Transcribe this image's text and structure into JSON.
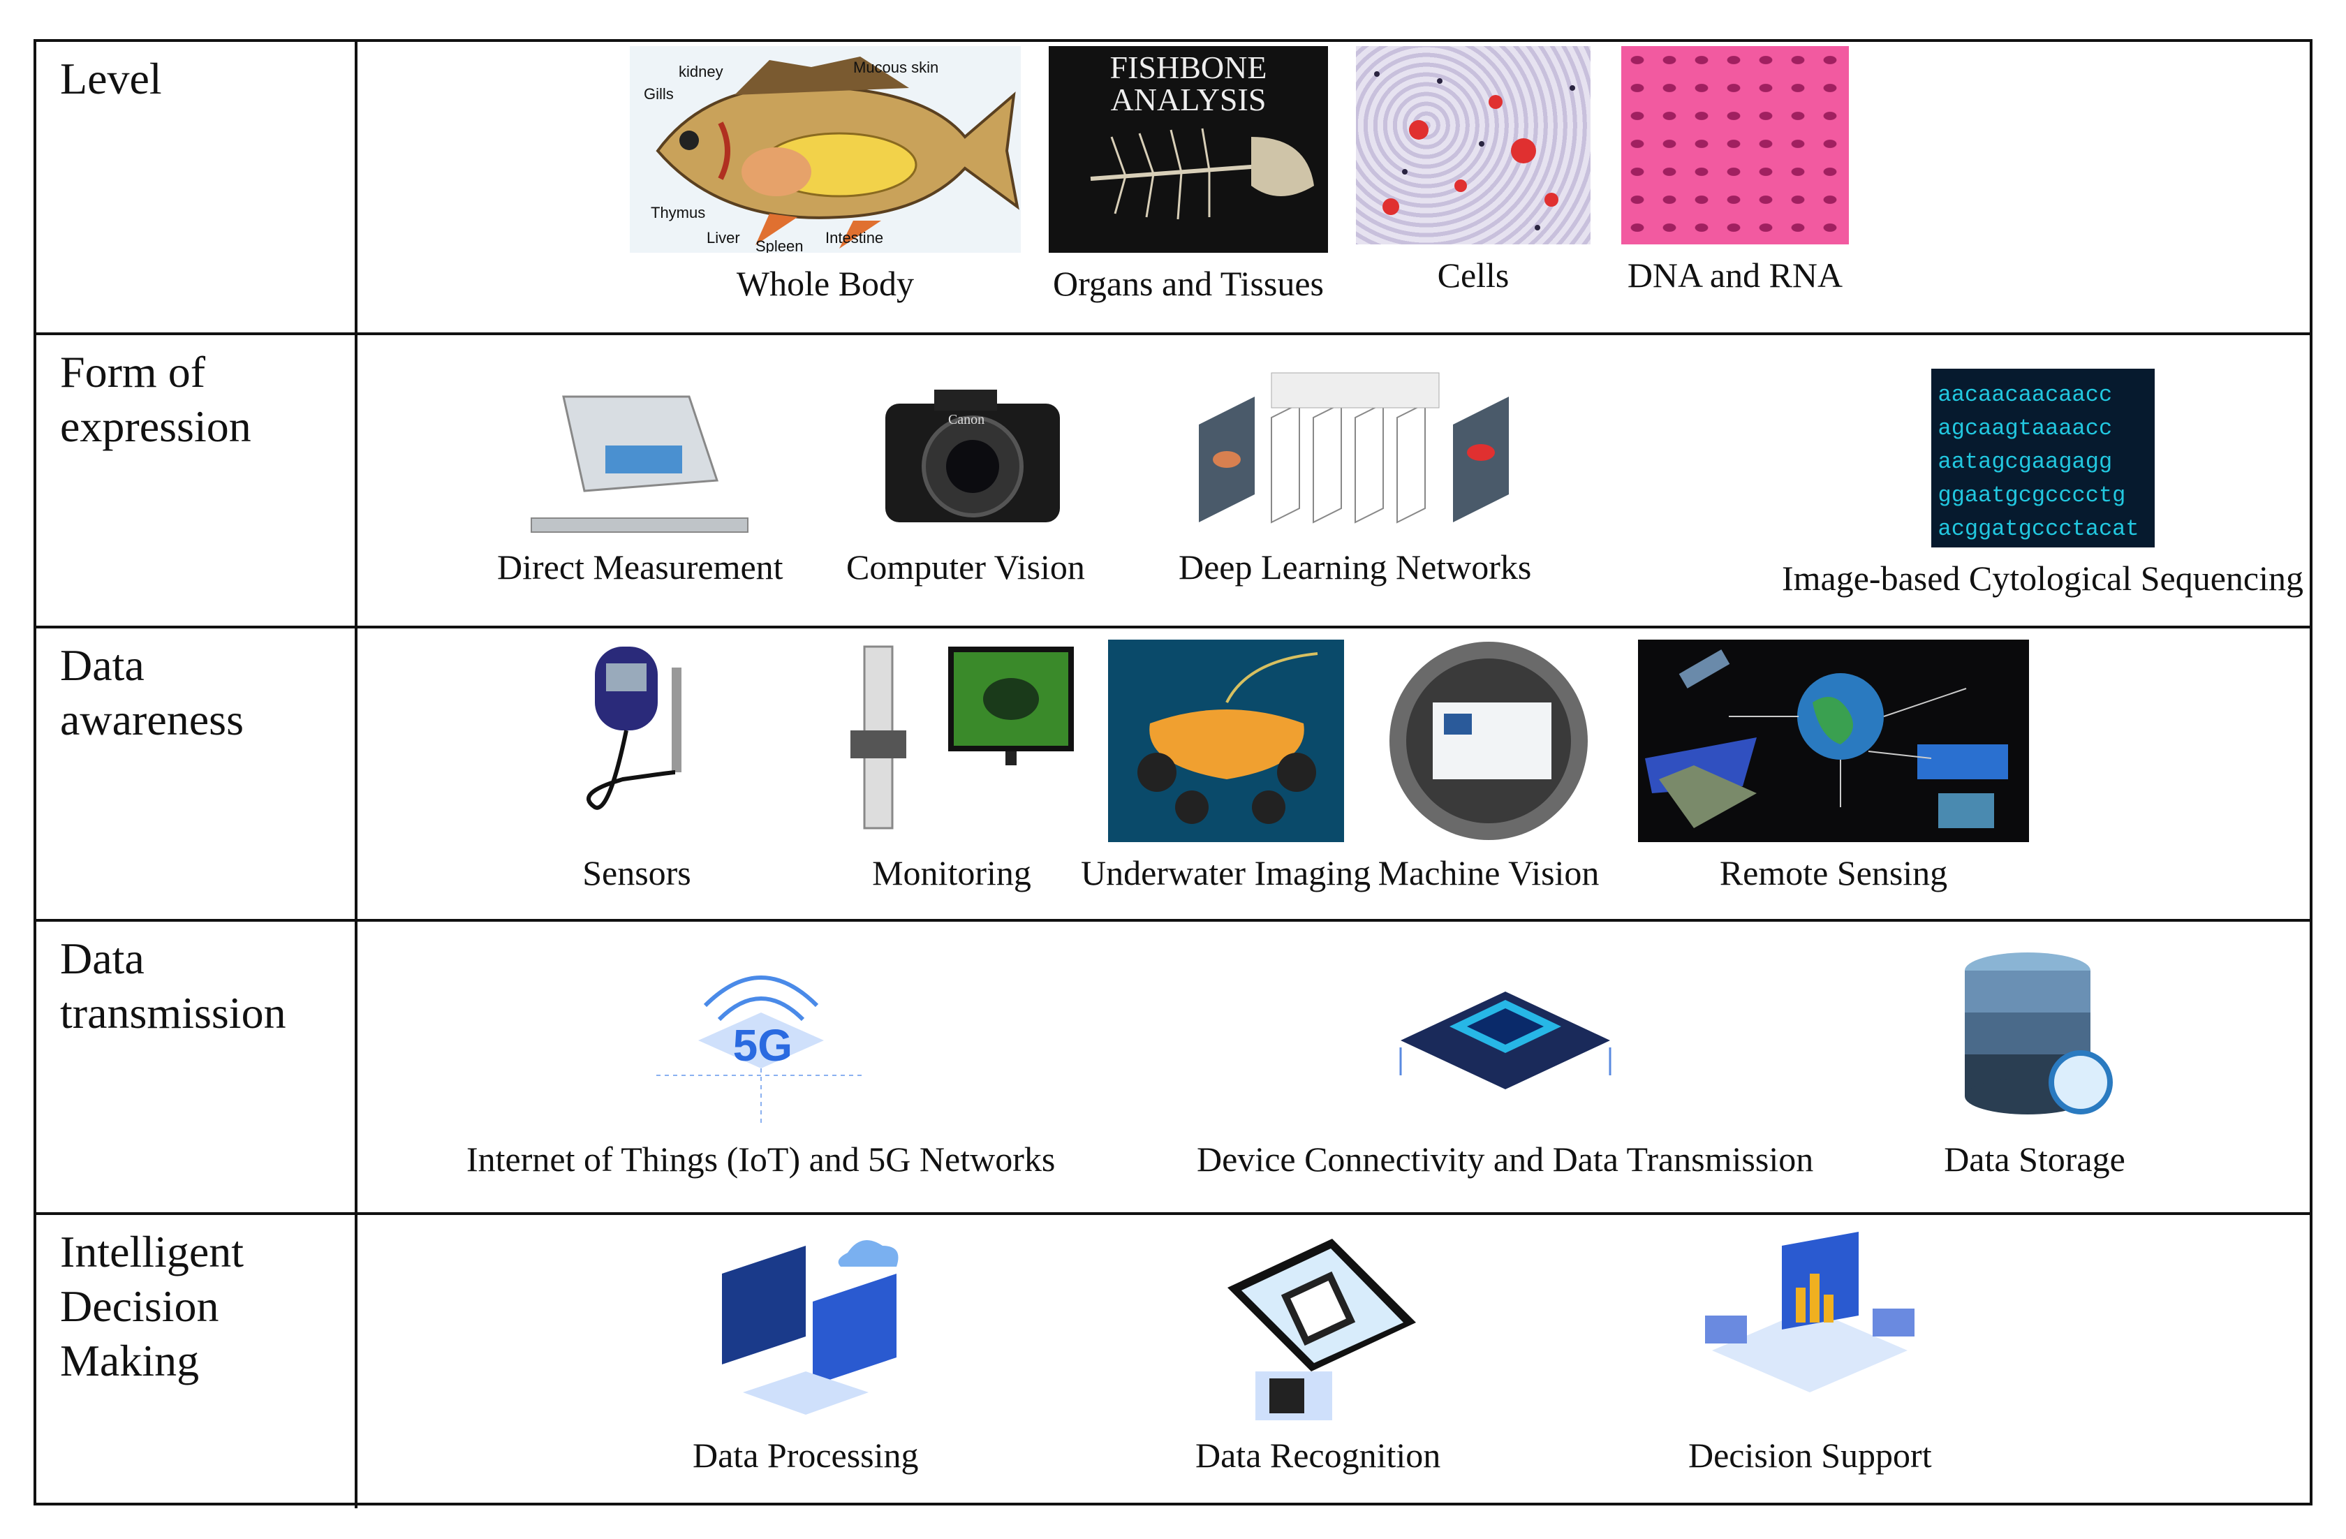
{
  "rows": [
    {
      "label": "Level",
      "items": [
        {
          "caption": "Whole Body",
          "icon": "fish-anatomy-illustration",
          "annotations": [
            "kidney",
            "Mucous skin",
            "Gills",
            "Thymus",
            "Liver",
            "Spleen",
            "Intestine"
          ]
        },
        {
          "caption": "Organs and Tissues",
          "icon": "fish-skeleton-photo",
          "overlay": "FISHBONE ANALYSIS"
        },
        {
          "caption": "Cells",
          "icon": "cell-tissue-micrograph"
        },
        {
          "caption": "DNA and RNA",
          "icon": "red-blood-cells-micrograph"
        }
      ]
    },
    {
      "label": "Form of\nexpression",
      "items": [
        {
          "caption": "Direct Measurement",
          "icon": "scale-and-ruler"
        },
        {
          "caption": "Computer Vision",
          "icon": "camera",
          "brand": "Canon"
        },
        {
          "caption": "Deep Learning Networks",
          "icon": "neural-network-diagram"
        },
        {
          "caption": "Image-based Cytological Sequencing",
          "icon": "dna-sequence-screen",
          "sequence": [
            "aacaacaacaacc",
            "agcaagtaaaacc",
            "aatagcgaagagg",
            "ggaatgcgcccctg",
            "acggatgccctacat"
          ]
        }
      ]
    },
    {
      "label": "Data\nawareness",
      "items": [
        {
          "caption": "Sensors",
          "icon": "probe-sensor"
        },
        {
          "caption": "Monitoring",
          "icon": "microscope-monitor"
        },
        {
          "caption": "Underwater Imaging",
          "icon": "underwater-robot"
        },
        {
          "caption": "Machine Vision",
          "icon": "porthole-display"
        },
        {
          "caption": "Remote Sensing",
          "icon": "satellite-globe-network"
        }
      ]
    },
    {
      "label": "Data\ntransmission",
      "items": [
        {
          "caption": "Internet of Things (IoT) and 5G Networks",
          "icon": "5g-network-icon",
          "overlay": "5G"
        },
        {
          "caption": "Device Connectivity and Data Transmission",
          "icon": "chip-circuit-icon"
        },
        {
          "caption": "Data Storage",
          "icon": "database-sync-icon"
        }
      ]
    },
    {
      "label": "Intelligent\nDecision\nMaking",
      "items": [
        {
          "caption": "Data Processing",
          "icon": "data-processing-isometric"
        },
        {
          "caption": "Data Recognition",
          "icon": "phone-qr-scan"
        },
        {
          "caption": "Decision Support",
          "icon": "decision-dashboard-isometric"
        }
      ]
    }
  ]
}
